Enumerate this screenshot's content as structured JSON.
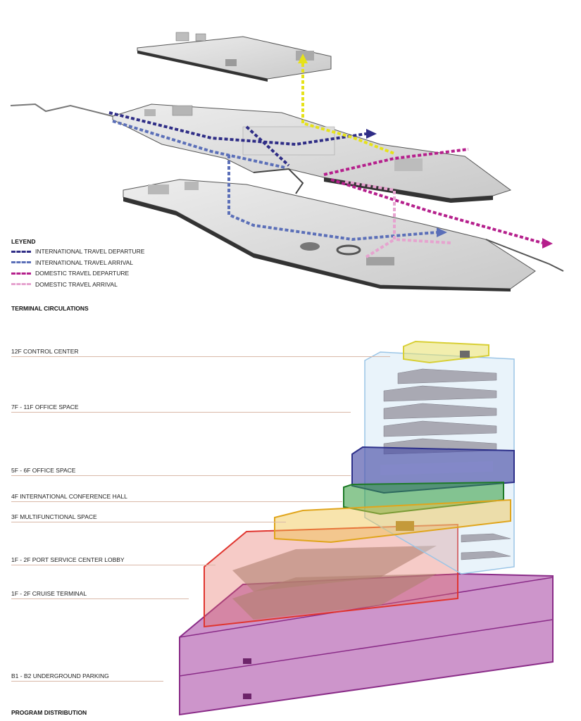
{
  "legend": {
    "title": "LEYEND",
    "items": [
      {
        "label": "INTERNATIONAL TRAVEL DEPARTURE",
        "color": "#2f2d86"
      },
      {
        "label": "INTERNATIONAL TRAVEL ARRIVAL",
        "color": "#5b6fb8"
      },
      {
        "label": "DOMESTIC TRAVEL DEPARTURE",
        "color": "#b51f8c"
      },
      {
        "label": "DOMESTIC TRAVEL ARRIVAL",
        "color": "#e6a3cf"
      }
    ]
  },
  "circulation_title": "TERMINAL CIRCULATIONS",
  "program_title": "PROGRAM DISTRIBUTION",
  "program_levels": [
    {
      "label": "12F CONTROL CENTER",
      "color": "#e8e06a"
    },
    {
      "label": "7F - 11F OFFICE SPACE",
      "color": "#bfdcf2"
    },
    {
      "label": "5F - 6F OFFICE SPACE",
      "color": "#4a4fa8"
    },
    {
      "label": "4F INTERNATIONAL CONFERENCE HALL",
      "color": "#2f9a3a"
    },
    {
      "label": "3F MULTIFUNCTIONAL SPACE",
      "color": "#f0c34a"
    },
    {
      "label": "1F - 2F PORT SERVICE CENTER LOBBY",
      "color": "#e56a5e"
    },
    {
      "label": "1F - 2F CRUISE TERMINAL",
      "color": "#e56a5e"
    },
    {
      "label": "B1 - B2 UNDERGROUND PARKING",
      "color": "#a43ea0"
    }
  ],
  "extra_path_color": "#e6e21a"
}
